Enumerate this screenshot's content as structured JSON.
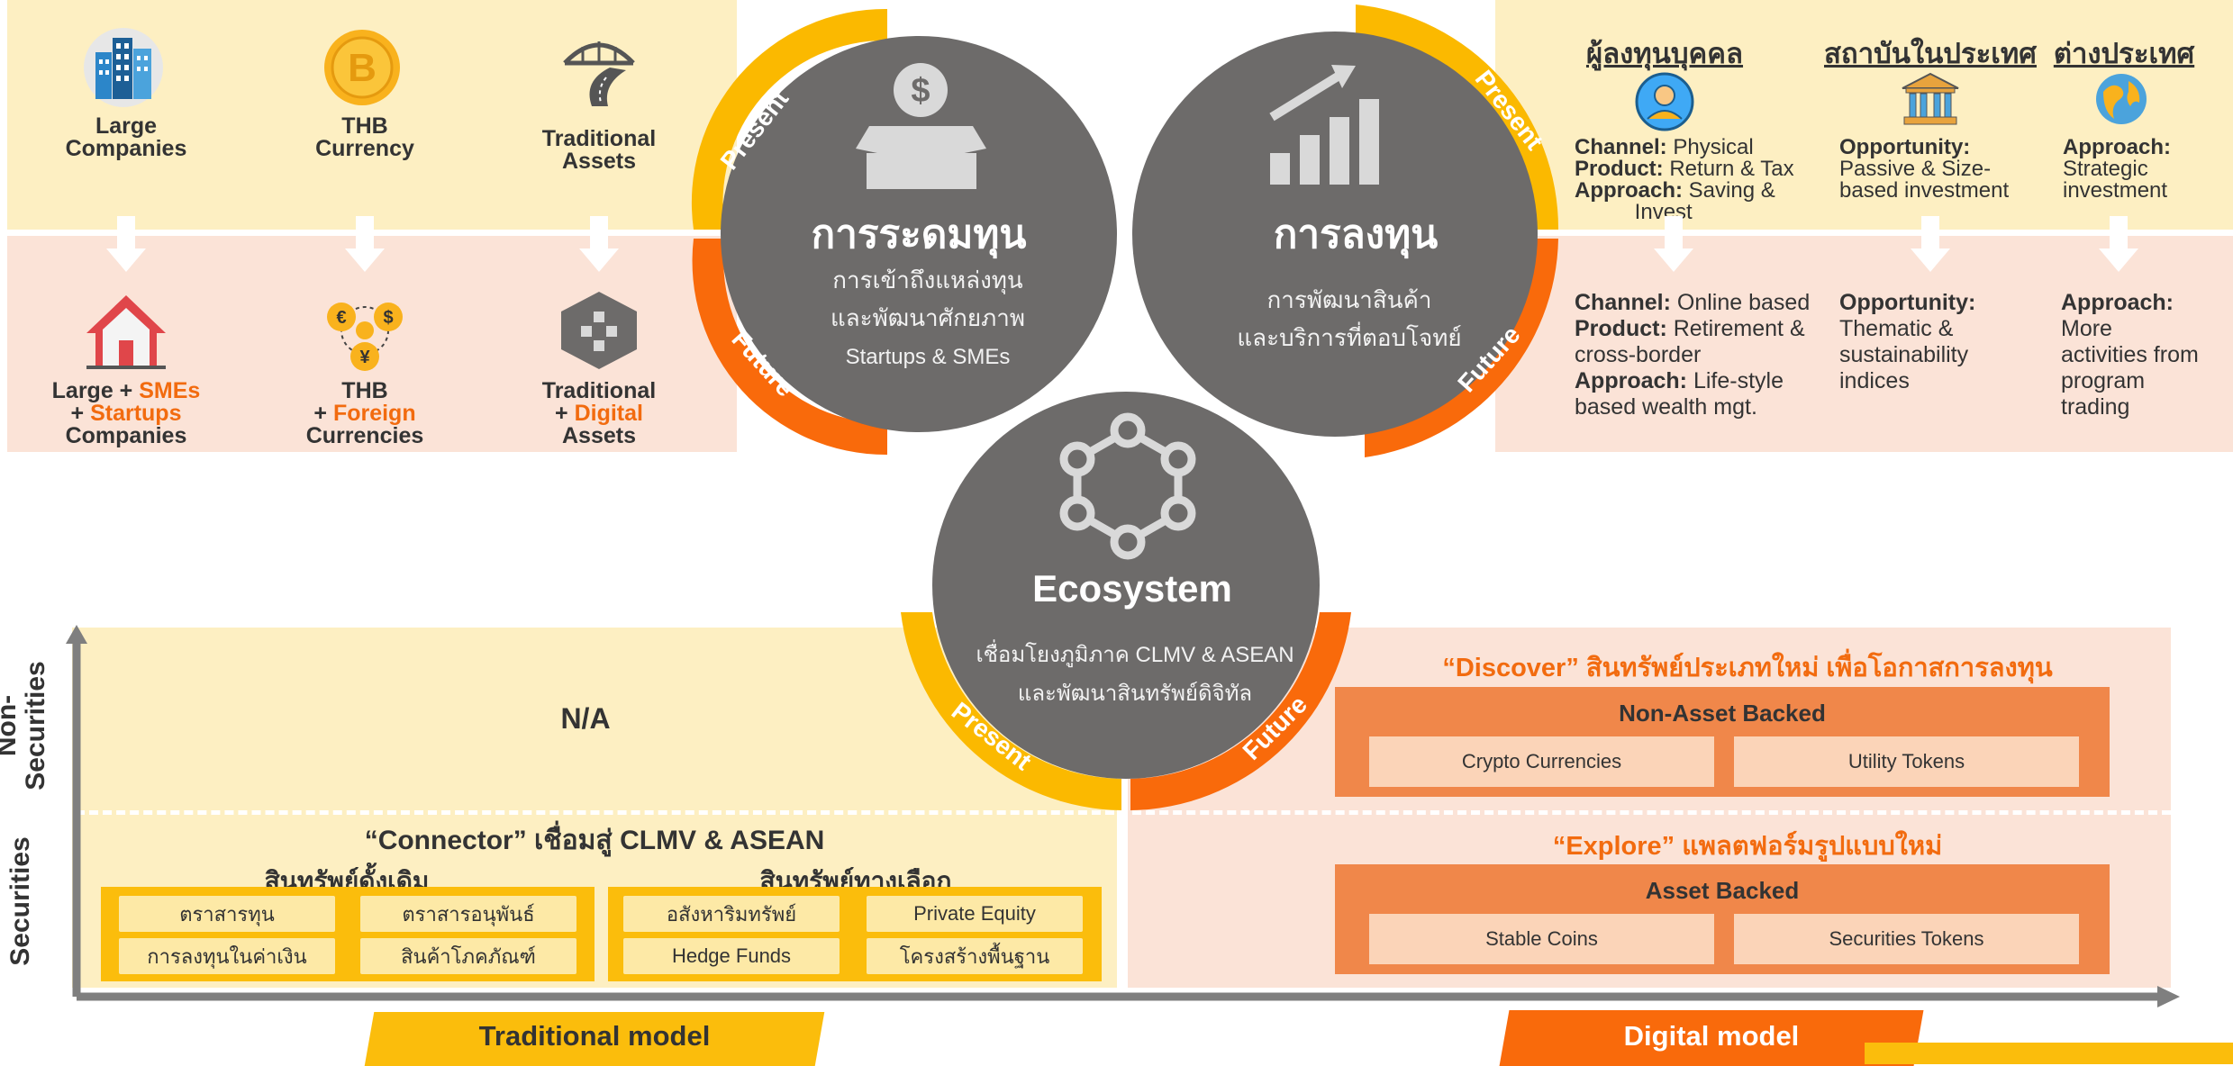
{
  "colors": {
    "yellow_band": "#fdefc2",
    "pink_band": "#fbe3d7",
    "gray_circle": "#6d6b6a",
    "arc_yellow": "#fbb900",
    "arc_orange": "#f96a0b",
    "orange_text": "#f26b0f",
    "traditional_tag": "#fbbd0c",
    "digital_tag": "#f96a0b"
  },
  "top_left": {
    "items": [
      {
        "icon": "building-icon",
        "top": "Large\nCompanies",
        "bottom_parts": [
          "Large + ",
          "SMEs",
          "\n+ ",
          "Startups",
          "\nCompanies"
        ],
        "bottom_icon": "house-icon"
      },
      {
        "icon": "bitcoin-coin-icon",
        "top": "THB\nCurrency",
        "bottom_parts": [
          "THB",
          "\n+ ",
          "Foreign",
          "\nCurrencies"
        ],
        "bottom_icon": "currencies-icon"
      },
      {
        "icon": "road-bridge-icon",
        "top": "Traditional\nAssets",
        "bottom_parts": [
          "Traditional",
          "\n+ ",
          "Digital",
          "\nAssets"
        ],
        "bottom_icon": "blockchain-icon"
      }
    ]
  },
  "circle_fundraising": {
    "title": "การระดมทุน",
    "line1": "การเข้าถึงแหล่งทุน",
    "line2": "และพัฒนาศักยภาพ",
    "line3": "Startups &  SMEs",
    "present": "Present",
    "future": "Future"
  },
  "circle_investment": {
    "title": "การลงทุน",
    "line1": "การพัฒนาสินค้า",
    "line2": "และบริการที่ตอบโจทย์",
    "present": "Present",
    "future": "Future"
  },
  "circle_ecosystem": {
    "title": "Ecosystem",
    "line1": "เชื่อมโยงภูมิภาค CLMV & ASEAN",
    "line2": "และพัฒนาสินทรัพย์ดิจิทัล",
    "present": "Present",
    "future": "Future"
  },
  "investors": {
    "columns": [
      {
        "header": "ผู้ลงทุนบุคคล",
        "icon": "person-icon",
        "present": [
          [
            "Channel:",
            " Physical"
          ],
          [
            "Product:",
            " Return & Tax"
          ],
          [
            "Approach:",
            " Saving &"
          ],
          [
            "",
            "          Invest"
          ]
        ],
        "future": [
          [
            "Channel:",
            " Online based"
          ],
          [
            "Product:",
            " Retirement &"
          ],
          [
            "",
            "cross-border"
          ],
          [
            "Approach:",
            " Life-style"
          ],
          [
            "",
            "based wealth mgt."
          ]
        ]
      },
      {
        "header": "สถาบันในประเทศ",
        "icon": "institution-icon",
        "present": [
          [
            "Opportunity:",
            ""
          ],
          [
            "",
            "Passive & Size-"
          ],
          [
            "",
            "based investment"
          ]
        ],
        "future": [
          [
            "Opportunity:",
            ""
          ],
          [
            "",
            "Thematic &"
          ],
          [
            "",
            "sustainability"
          ],
          [
            "",
            "indices"
          ]
        ]
      },
      {
        "header": "ต่างประเทศ",
        "icon": "globe-icon",
        "present": [
          [
            "Approach:",
            ""
          ],
          [
            "",
            "Strategic"
          ],
          [
            "",
            "investment"
          ]
        ],
        "future": [
          [
            "Approach:",
            ""
          ],
          [
            "",
            "More"
          ],
          [
            "",
            "activities from"
          ],
          [
            "",
            "program"
          ],
          [
            "",
            "trading"
          ]
        ]
      }
    ]
  },
  "axis": {
    "y_top": "Non-\nSecurities",
    "y_bottom": "Securities"
  },
  "na_text": "N/A",
  "connector": {
    "title": "“Connector” เชื่อมสู่ CLMV & ASEAN",
    "group1": {
      "label": "สินทรัพย์ดั้งเดิม",
      "cells": [
        "ตราสารทุน",
        "ตราสารอนุพันธ์",
        "การลงทุนในค่าเงิน",
        "สินค้าโภคภัณฑ์"
      ]
    },
    "group2": {
      "label": "สินทรัพย์ทางเลือก",
      "cells": [
        "อสังหาริมทรัพย์",
        "Private Equity",
        "Hedge Funds",
        "โครงสร้างพื้นฐาน"
      ]
    }
  },
  "discover": {
    "title": "“Discover” สินทรัพย์ประเภทใหม่  เพื่อโอกาสการลงทุน",
    "box_title": "Non-Asset Backed",
    "cells": [
      "Crypto Currencies",
      "Utility Tokens"
    ]
  },
  "explore": {
    "title": "“Explore” แพลตฟอร์มรูปแบบใหม่",
    "box_title": "Asset Backed",
    "cells": [
      "Stable Coins",
      "Securities Tokens"
    ]
  },
  "tags": {
    "traditional": "Traditional model",
    "digital": "Digital model"
  }
}
